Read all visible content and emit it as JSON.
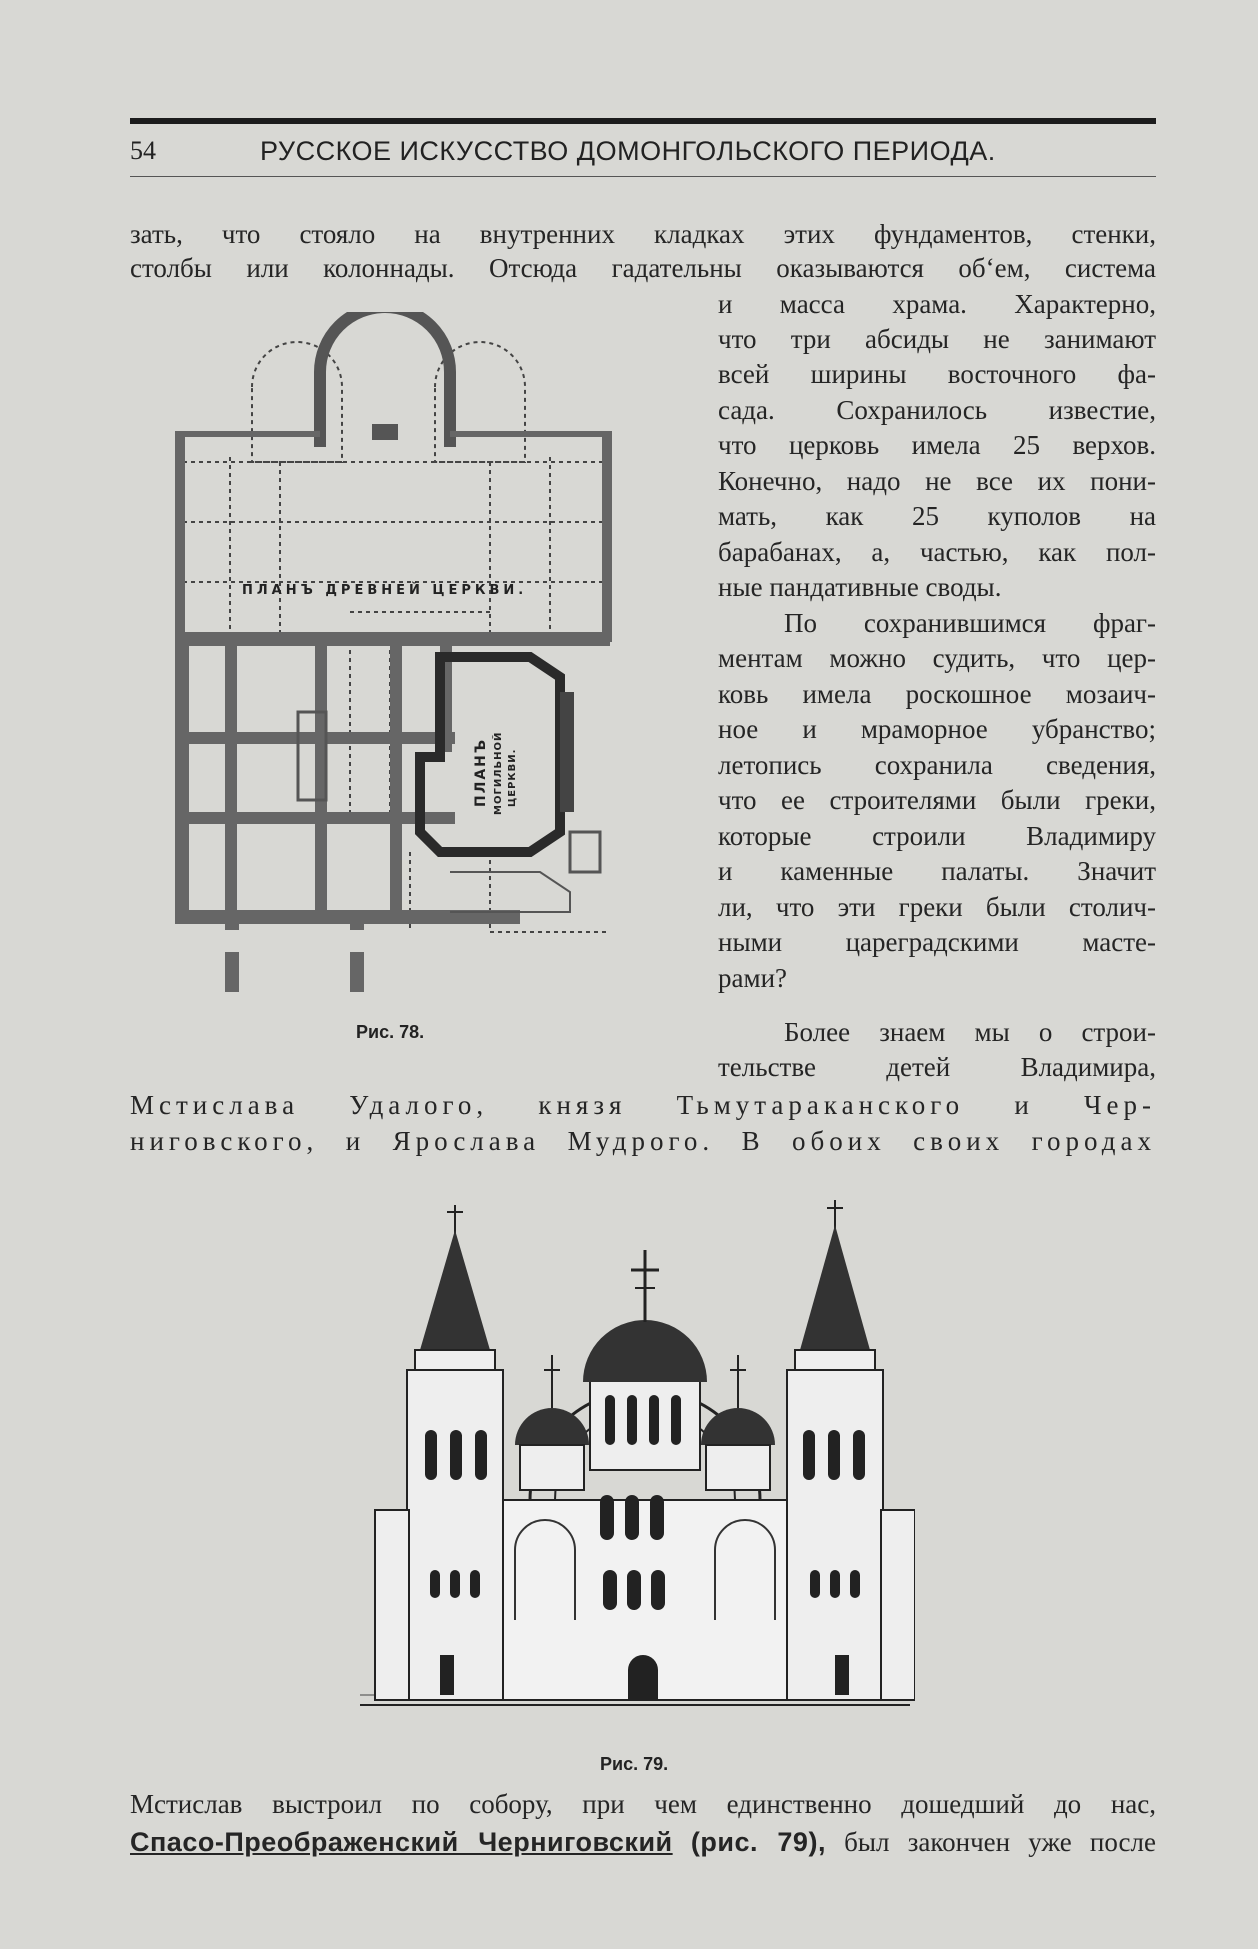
{
  "header": {
    "page_number": "54",
    "running_title": "РУССКОЕ ИСКУССТВО ДОМОНГОЛЬСКОГО ПЕРИОДА."
  },
  "body": {
    "l01": "зать, что стояло на внутренних кладках этих фундаментов, стенки,",
    "l02": "столбы или колоннады. Отсюда гадательны оказываются об‘ем, система",
    "r01": "и масса храма. Характерно,",
    "r02": "что три абсиды не занимают",
    "r03": "всей ширины восточного фа-",
    "r04": "сада. Сохранилось известие,",
    "r05": "что церковь имела 25 верхов.",
    "r06": "Конечно, надо не все их пони-",
    "r07": "мать, как 25 куполов на",
    "r08": "барабанах, а, частью, как пол-",
    "r09": "ные пандативные своды.",
    "r10": "По сохранившимся фраг-",
    "r11": "ментам можно судить, что цер-",
    "r12": "ковь имела роскошное мозаич-",
    "r13": "ное и мраморное убранство;",
    "r14": "летопись сохранила сведения,",
    "r15": "что ее строителями были греки,",
    "r16": "которые строили Владимиру",
    "r17": "и каменные палаты. Значит",
    "r18": "ли, что эти греки были столич-",
    "r19": "ными цареградскими масте-",
    "r20": "рами?",
    "r21": "Более знаем мы о строи-",
    "r22": "тельстве детей Владимира,",
    "l03": "Мстислава Удалого, князя Тьмутараканского и Чер-",
    "l04": "ниговского, и Ярослава Мудрого. В обоих своих городах",
    "l05": "Мстислав выстроил по собору, при чем единственно дошедший до нас,",
    "l06_bold": "Спасо-Преображенский Черниговский",
    "l06_fig": "(рис. 79),",
    "l06_rest": "был закончен уже после"
  },
  "figures": {
    "fig78": {
      "caption": "Рис. 78.",
      "label_main": "ПЛАНЪ ДРЕВНЕЙ ЦЕРКВИ.",
      "label_tomb_1": "ПЛАНЪ",
      "label_tomb_2": "МОГИЛЬНОЙ",
      "label_tomb_3": "ЦЕРКВИ."
    },
    "fig79": {
      "caption": "Рис. 79."
    }
  }
}
